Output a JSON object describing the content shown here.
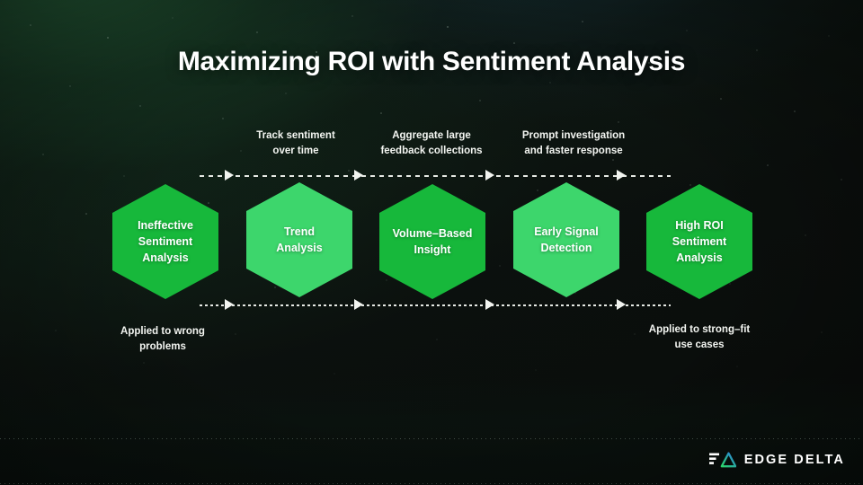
{
  "slide": {
    "title": "Maximizing ROI with Sentiment Analysis",
    "background_colors": {
      "base": "#0c100e",
      "glow_green": "#245c37",
      "glow_teal": "#1e485c"
    }
  },
  "diagram": {
    "type": "process-flow",
    "nodes": [
      {
        "label": "Ineffective\nSentiment\nAnalysis",
        "line1": "Ineffective",
        "line2": "Sentiment",
        "line3": "Analysis",
        "color": "#17b83b",
        "tone": "dark"
      },
      {
        "label": "Trend\nAnalysis",
        "line1": "Trend",
        "line2": "Analysis",
        "line3": "",
        "color": "#3dd66c",
        "tone": "light"
      },
      {
        "label": "Volume-Based\nInsight",
        "line1": "Volume–Based",
        "line2": "Insight",
        "line3": "",
        "color": "#17b83b",
        "tone": "dark"
      },
      {
        "label": "Early Signal\nDetection",
        "line1": "Early Signal",
        "line2": "Detection",
        "line3": "",
        "color": "#3dd66c",
        "tone": "light"
      },
      {
        "label": "High ROI\nSentiment\nAnalysis",
        "line1": "High ROI",
        "line2": "Sentiment",
        "line3": "Analysis",
        "color": "#17b83b",
        "tone": "dark"
      }
    ],
    "top_captions": [
      {
        "line1": "Track sentiment",
        "line2": "over time"
      },
      {
        "line1": "Aggregate large",
        "line2": "feedback collections"
      },
      {
        "line1": "Prompt investigation",
        "line2": "and faster response"
      }
    ],
    "bottom_captions": [
      {
        "line1": "Applied to wrong",
        "line2": "problems"
      },
      {
        "line1": "Applied to strong–fit",
        "line2": "use cases"
      }
    ],
    "arrow_color": "#f2f4f0"
  },
  "footer": {
    "logo_text": "EDGE DELTA",
    "logo_gradient_start": "#2bd66b",
    "logo_gradient_end": "#2e7df0"
  }
}
